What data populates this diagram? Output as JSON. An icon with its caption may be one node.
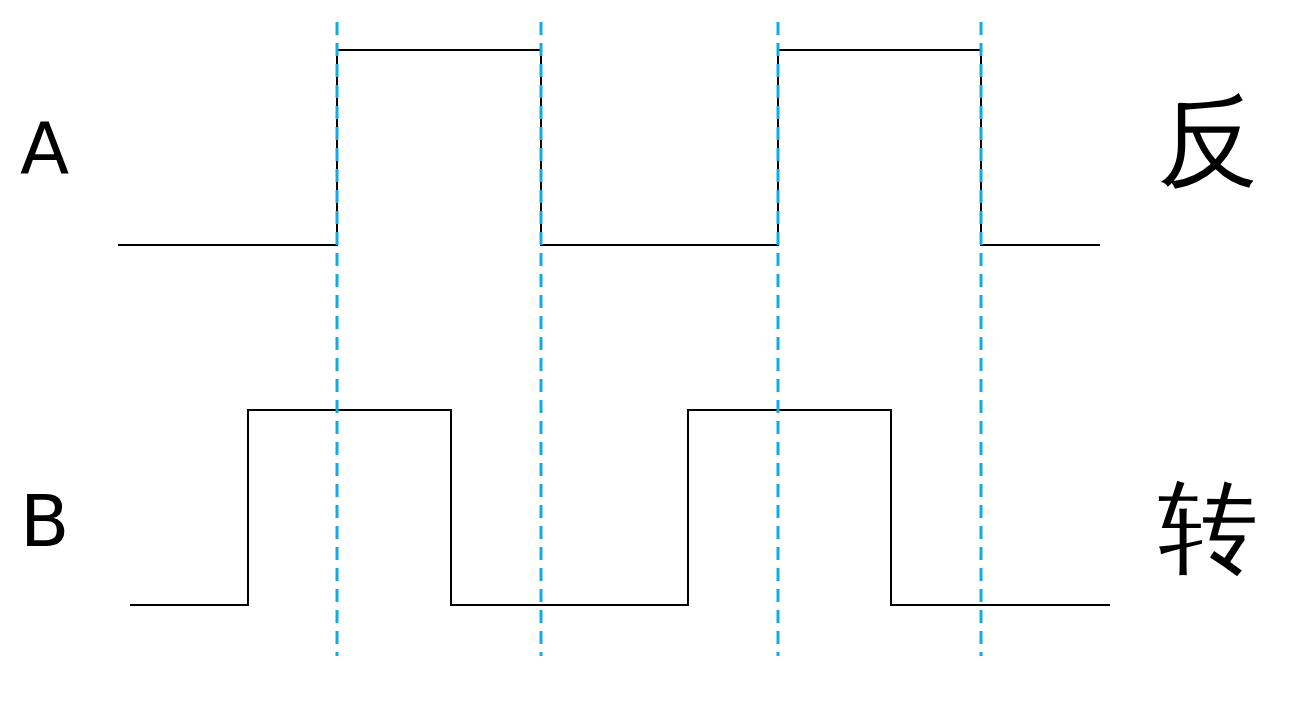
{
  "diagram": {
    "labels": [
      "A",
      "反",
      "B",
      "转"
    ]
  }
}
